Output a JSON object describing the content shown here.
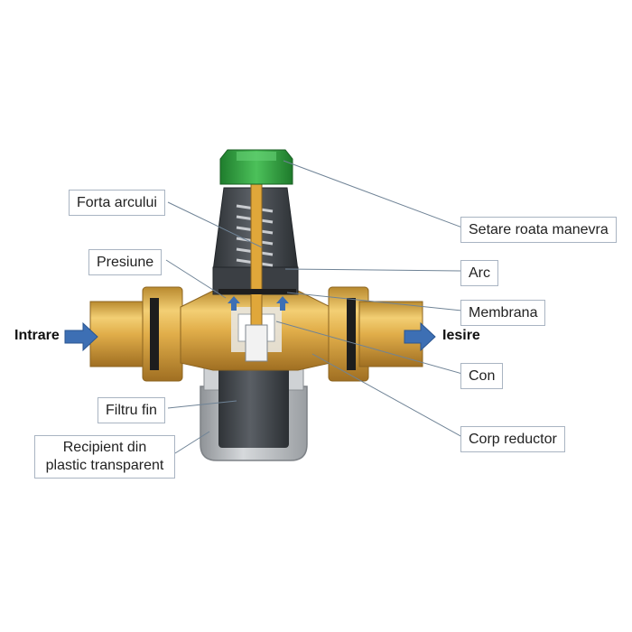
{
  "labels": {
    "forta_arcului": "Forta arcului",
    "presiune": "Presiune",
    "filtru_fin": "Filtru fin",
    "recipient_line1": "Recipient din",
    "recipient_line2": "plastic transparent",
    "setare_roata": "Setare roata manevra",
    "arc": "Arc",
    "membrana": "Membrana",
    "con": "Con",
    "corp_reductor": "Corp reductor",
    "intrare": "Intrare",
    "iesire": "Iesire"
  },
  "colors": {
    "brass": "#d9a441",
    "brass_light": "#f0c96a",
    "brass_dark": "#a9782a",
    "green": "#2e9e3e",
    "dark_gray": "#3b3f44",
    "filter_gray": "#4a4d52",
    "bowl_gray": "#b9bcc0",
    "arrow_blue": "#3d6fb4",
    "leader": "#6f8396"
  }
}
